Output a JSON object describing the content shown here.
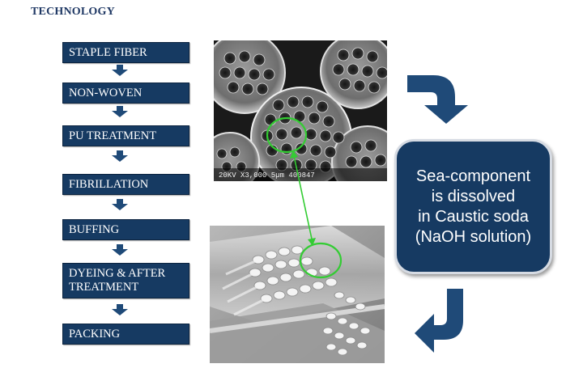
{
  "header": {
    "title": "TECHNOLOGY"
  },
  "process": {
    "steps": [
      {
        "label": "STAPLE FIBER"
      },
      {
        "label": "NON-WOVEN"
      },
      {
        "label": "PU TREATMENT"
      },
      {
        "label": "FIBRILLATION"
      },
      {
        "label": "BUFFING"
      },
      {
        "label": "DYEING & AFTER\nTREATMENT"
      },
      {
        "label": "PACKING"
      }
    ]
  },
  "micrograph_top": {
    "caption": "20KV  X3,000     5µm  400847"
  },
  "callout": {
    "text": "Sea-component\nis dissolved\nin Caustic soda\n(NaOH solution)"
  },
  "colors": {
    "step_fill": "#163a62",
    "arrow": "#1f4a78",
    "highlight": "#33cc33"
  }
}
